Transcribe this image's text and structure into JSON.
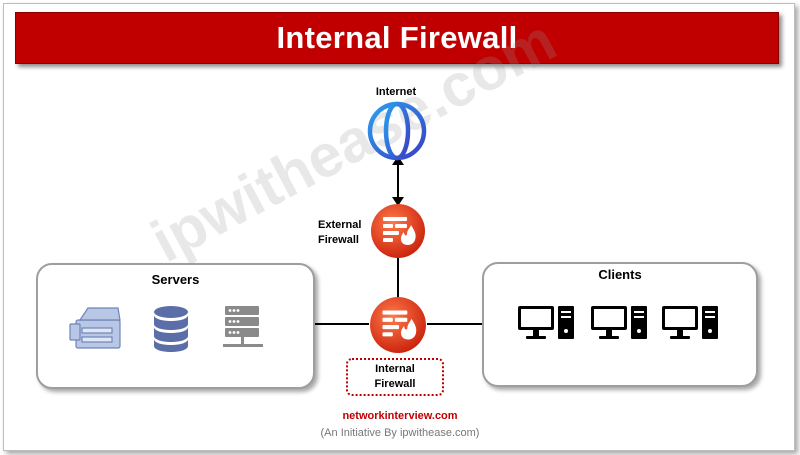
{
  "title": "Internal Firewall",
  "watermark": "ipwithease.com",
  "internet_label": "Internet",
  "external_firewall_label": [
    "External",
    "Firewall"
  ],
  "internal_firewall_label": [
    "Internal",
    "Firewall"
  ],
  "servers_label": "Servers",
  "clients_label": "Clients",
  "footer": {
    "site": "networkinterview.com",
    "initiative": "(An Initiative By ipwithease.com)"
  },
  "colors": {
    "banner": "#c00000",
    "firewall": "#e8361a",
    "globe": "#2a5fd0",
    "server_db": "#5b6ea8"
  },
  "icons": [
    "globe-icon",
    "firewall-icon",
    "printer-icon",
    "database-icon",
    "server-rack-icon",
    "desktop-computer-icon"
  ]
}
